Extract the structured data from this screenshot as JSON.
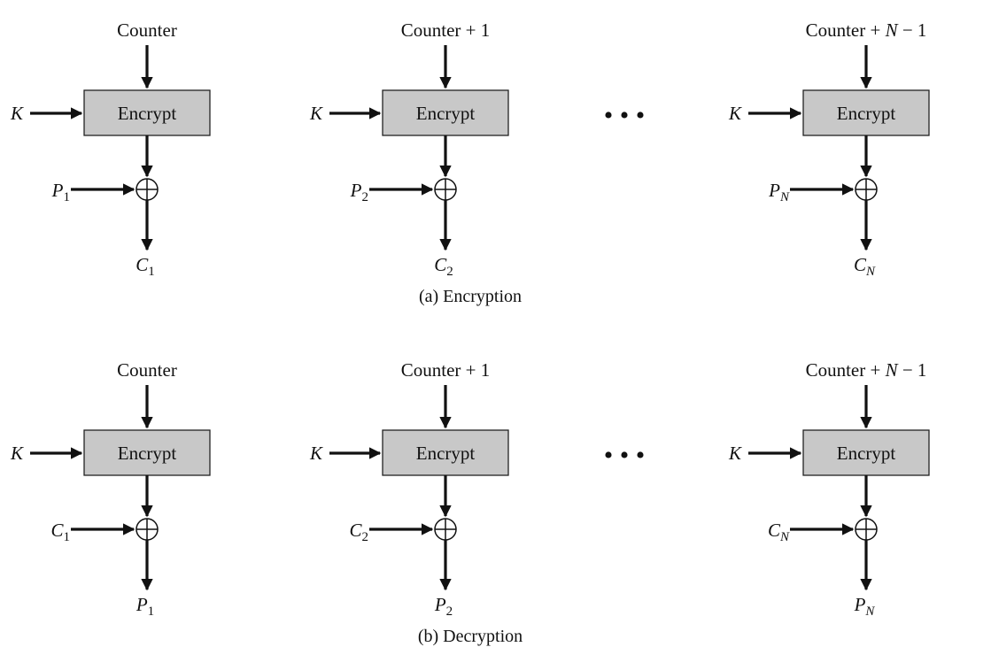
{
  "encrypt_label": "Encrypt",
  "key_label": "K",
  "ellipsis": "• • •",
  "panels": [
    {
      "id": "encryption",
      "caption": "(a) Encryption",
      "stages": [
        {
          "counter": "Counter",
          "counter_var": "",
          "counter_tail": "",
          "input_main": "P",
          "input_sub": "1",
          "output_main": "C",
          "output_sub": "1"
        },
        {
          "counter": "Counter + 1",
          "counter_var": "",
          "counter_tail": "",
          "input_main": "P",
          "input_sub": "2",
          "output_main": "C",
          "output_sub": "2"
        },
        {
          "counter": "Counter + ",
          "counter_var": "N",
          "counter_tail": " − 1",
          "input_main": "P",
          "input_sub": "N",
          "output_main": "C",
          "output_sub": "N"
        }
      ]
    },
    {
      "id": "decryption",
      "caption": "(b) Decryption",
      "stages": [
        {
          "counter": "Counter",
          "counter_var": "",
          "counter_tail": "",
          "input_main": "C",
          "input_sub": "1",
          "output_main": "P",
          "output_sub": "1"
        },
        {
          "counter": "Counter + 1",
          "counter_var": "",
          "counter_tail": "",
          "input_main": "C",
          "input_sub": "2",
          "output_main": "P",
          "output_sub": "2"
        },
        {
          "counter": "Counter + ",
          "counter_var": "N",
          "counter_tail": " − 1",
          "input_main": "C",
          "input_sub": "N",
          "output_main": "P",
          "output_sub": "N"
        }
      ]
    }
  ]
}
